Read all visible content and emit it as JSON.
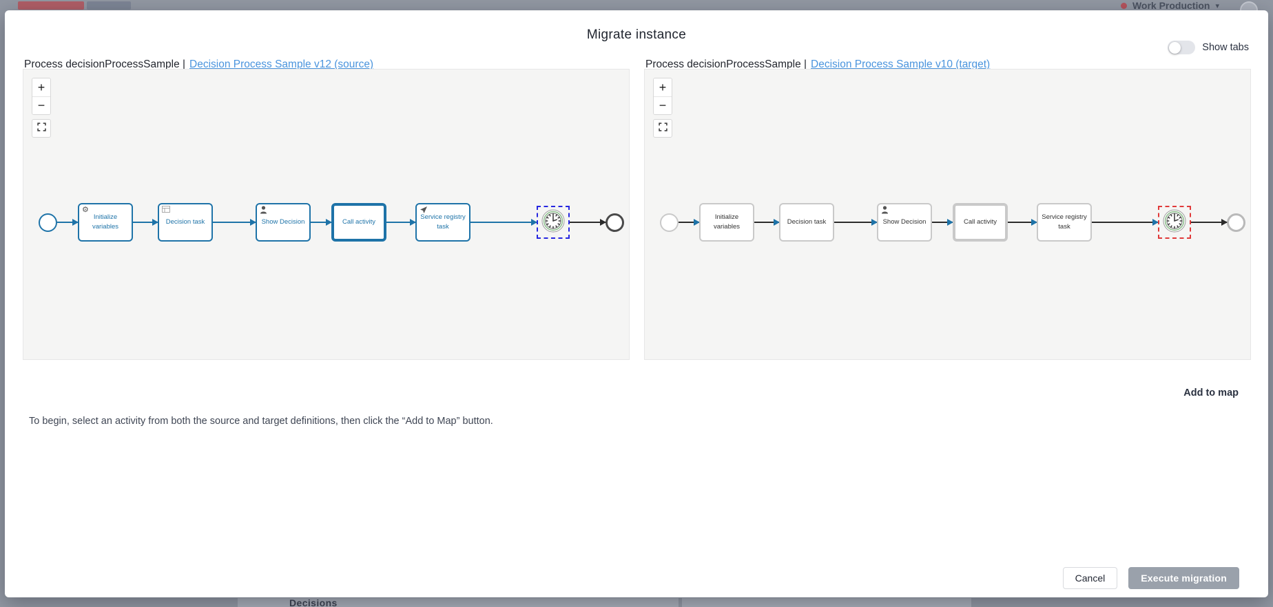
{
  "page_background": {
    "top_right_workspace": "Work Production",
    "bottom_partial_text": "Decisions"
  },
  "modal": {
    "title": "Migrate instance",
    "show_tabs": {
      "label": "Show tabs",
      "state": "off"
    },
    "instruction": "To begin, select an activity from both the source and target definitions, then click the “Add to Map” button.",
    "add_to_map_label": "Add to map",
    "cancel_label": "Cancel",
    "execute_label": "Execute migration"
  },
  "canvas_controls": {
    "zoom_in": "+",
    "zoom_out": "−"
  },
  "source_panel": {
    "header_prefix": "Process decisionProcessSample |",
    "link_label": "Decision Process Sample v12 (source)",
    "highlighted": true,
    "selection_color": "#2626e0",
    "selected_event": "timer-event",
    "tasks": [
      {
        "label": "Initialize variables",
        "icon": "gear-icon",
        "call_activity": false
      },
      {
        "label": "Decision task",
        "icon": "table-icon",
        "call_activity": false
      },
      {
        "label": "Show Decision",
        "icon": "user-icon",
        "call_activity": false
      },
      {
        "label": "Call activity",
        "icon": null,
        "call_activity": true
      },
      {
        "label": "Service registry task",
        "icon": "send-icon",
        "call_activity": false
      }
    ]
  },
  "target_panel": {
    "header_prefix": "Process decisionProcessSample |",
    "link_label": "Decision Process Sample v10 (target)",
    "highlighted": false,
    "selection_color": "#e03a3a",
    "selected_event": "timer-event",
    "tasks": [
      {
        "label": "Initialize variables",
        "icon": null,
        "call_activity": false
      },
      {
        "label": "Decision task",
        "icon": null,
        "call_activity": false
      },
      {
        "label": "Show Decision",
        "icon": "user-icon",
        "call_activity": false
      },
      {
        "label": "Call activity",
        "icon": null,
        "call_activity": true
      },
      {
        "label": "Service registry task",
        "icon": null,
        "call_activity": false
      }
    ]
  },
  "colors": {
    "bpmn_highlight": "#1e73a8",
    "bpmn_neutral_border": "#c9c9c9",
    "bpmn_neutral_text": "#333333",
    "arrow_neutral": "#2b2b2b",
    "arrowhead_blue": "#1e73a8",
    "end_event_source": "#4a4a4a",
    "end_event_target": "#b9b9b9",
    "link_blue": "#4a94dd",
    "selection_blue": "#2626e0",
    "selection_red": "#e03a3a",
    "execute_button_bg": "#9aa1ab",
    "timer_ring_green": "#8fbf8f"
  }
}
